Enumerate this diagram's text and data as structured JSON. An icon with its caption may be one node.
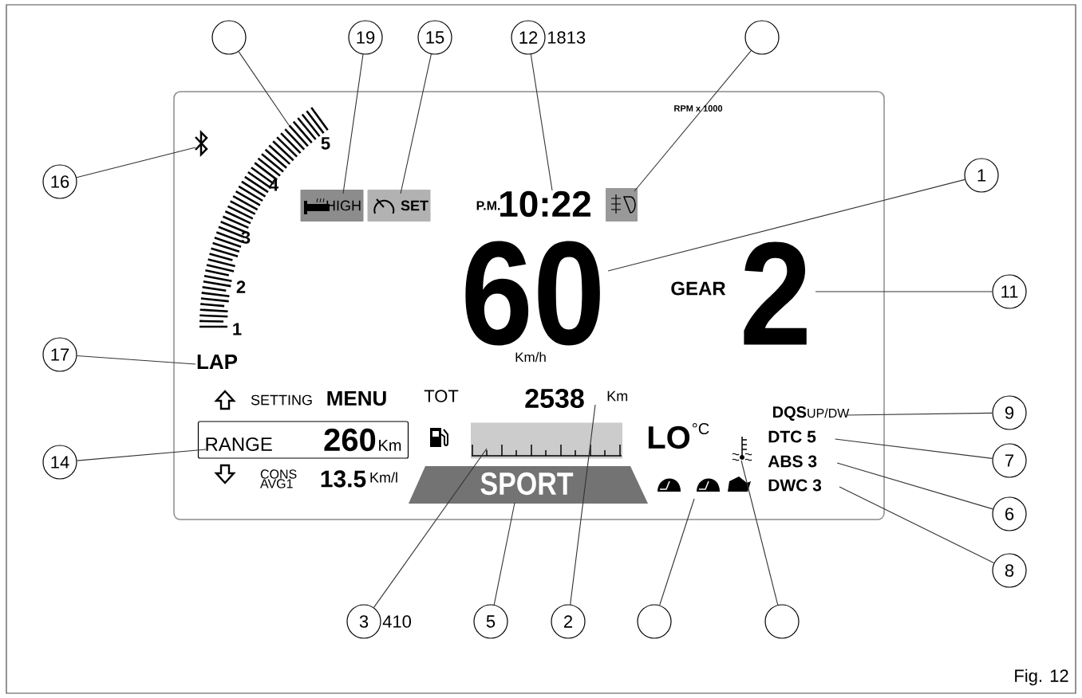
{
  "diagram": {
    "nodes": [
      {
        "text": [],
        "shape": "circle"
      },
      {
        "text": [
          "19"
        ]
      },
      {
        "text": [
          "15"
        ]
      },
      {
        "text": [
          "12"
        ],
        "beside": [
          "1813"
        ]
      },
      {
        "text": [],
        "shape": "circle"
      },
      {
        "text": [
          "16"
        ]
      },
      {
        "text": [
          "1"
        ]
      },
      {
        "text": [
          "11"
        ]
      },
      {
        "text": [
          "17"
        ]
      },
      {
        "text": [
          "14"
        ]
      },
      {
        "text": [
          "9"
        ]
      },
      {
        "text": [
          "7"
        ]
      },
      {
        "text": [
          "6"
        ]
      },
      {
        "text": [
          "8"
        ]
      },
      {
        "text": [
          "3"
        ],
        "beside": [
          "410"
        ]
      },
      {
        "text": [
          "5"
        ]
      },
      {
        "text": [
          "2"
        ]
      },
      {
        "text": [],
        "shape": "circle"
      },
      {
        "text": [],
        "shape": "circle"
      },
      {
        "text": [],
        "shape": "bar"
      },
      {
        "text": [
          "HIGH"
        ]
      },
      {
        "text": [
          "SET"
        ]
      },
      {
        "text": [
          "10:22"
        ]
      },
      {
        "text": [],
        "shape": "box"
      },
      {
        "text": [],
        "shape": "icon"
      },
      {
        "text": [
          "60"
        ]
      },
      {
        "text": [
          "2"
        ]
      },
      {
        "text": [
          "LAP"
        ]
      },
      {
        "text": [
          "RANGE",
          "260",
          "Km"
        ]
      },
      {
        "text": [
          "DQS",
          "UP/DW"
        ]
      },
      {
        "text": [
          "DTC 5"
        ]
      },
      {
        "text": [
          "ABS 3"
        ]
      },
      {
        "text": [
          "DWC 3"
        ]
      },
      {
        "text": [],
        "shape": "bar"
      },
      {
        "text": [
          "SPORT"
        ]
      },
      {
        "text": [
          "2538"
        ],
        "beside": [
          "Km"
        ]
      },
      {
        "text": [],
        "shape": "icon"
      },
      {
        "text": [],
        "shape": "icon"
      }
    ],
    "edges": [
      {
        "from": 0,
        "to": 19,
        "arrow": "none"
      },
      {
        "from": 1,
        "to": 20,
        "arrow": "none"
      },
      {
        "from": 2,
        "to": 21,
        "arrow": "none"
      },
      {
        "from": 3,
        "to": 22,
        "arrow": "none"
      },
      {
        "from": 4,
        "to": 23,
        "arrow": "none"
      },
      {
        "from": 5,
        "to": 24,
        "arrow": "none"
      },
      {
        "from": 6,
        "to": 25,
        "arrow": "none"
      },
      {
        "from": 7,
        "to": 26,
        "arrow": "none"
      },
      {
        "from": 8,
        "to": 27,
        "arrow": "none"
      },
      {
        "from": 9,
        "to": 28,
        "arrow": "none"
      },
      {
        "from": 10,
        "to": 29,
        "arrow": "none"
      },
      {
        "from": 11,
        "to": 30,
        "arrow": "none"
      },
      {
        "from": 12,
        "to": 31,
        "arrow": "none"
      },
      {
        "from": 13,
        "to": 32,
        "arrow": "none"
      },
      {
        "from": 14,
        "to": 33,
        "arrow": "none"
      },
      {
        "from": 15,
        "to": 34,
        "arrow": "none"
      },
      {
        "from": 16,
        "to": 35,
        "arrow": "none"
      },
      {
        "from": 17,
        "to": 36,
        "arrow": "none"
      },
      {
        "from": 18,
        "to": 37,
        "arrow": "none"
      }
    ],
    "labels": [
      "RPM x 1000",
      "5",
      "4",
      "3",
      "2",
      "1",
      "P.M.",
      "GEAR",
      "Km/h",
      "SETTING",
      "MENU",
      "TOT",
      "CONS AVG1",
      "13.5",
      "Km/l",
      "LO",
      "°C",
      "Fig. 12"
    ]
  }
}
